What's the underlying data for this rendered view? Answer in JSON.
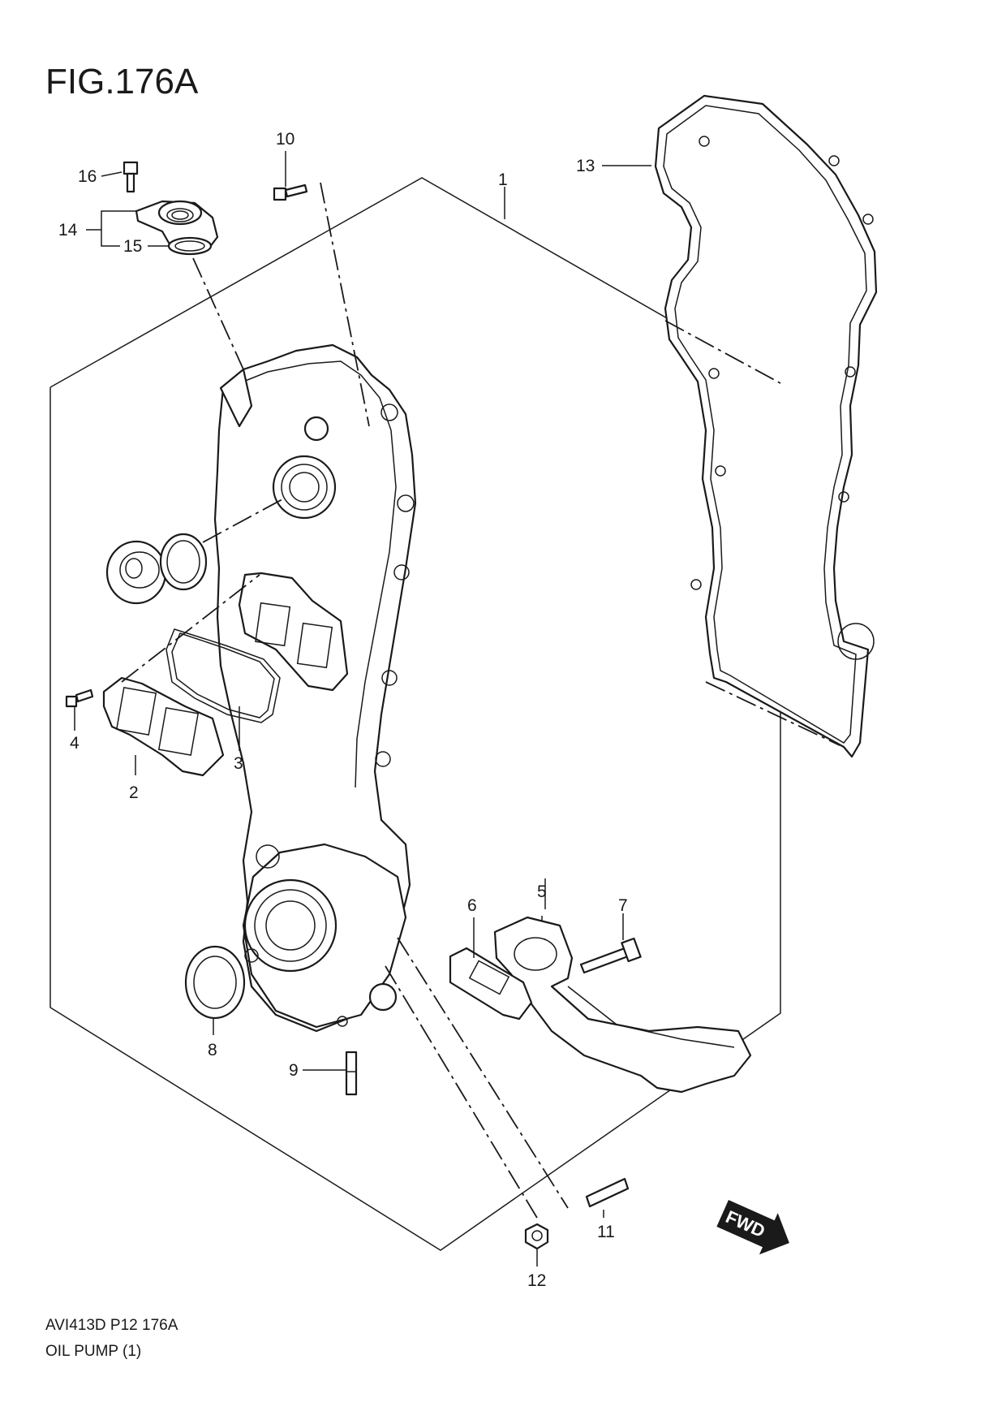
{
  "figure": {
    "title": "FIG.176A",
    "code": "AVI413D P12 176A",
    "name": "OIL PUMP (1)"
  },
  "callouts": [
    "1",
    "2",
    "3",
    "4",
    "5",
    "6",
    "7",
    "8",
    "9",
    "10",
    "11",
    "12",
    "13",
    "14",
    "15",
    "16"
  ],
  "fwd_label": "FWD"
}
